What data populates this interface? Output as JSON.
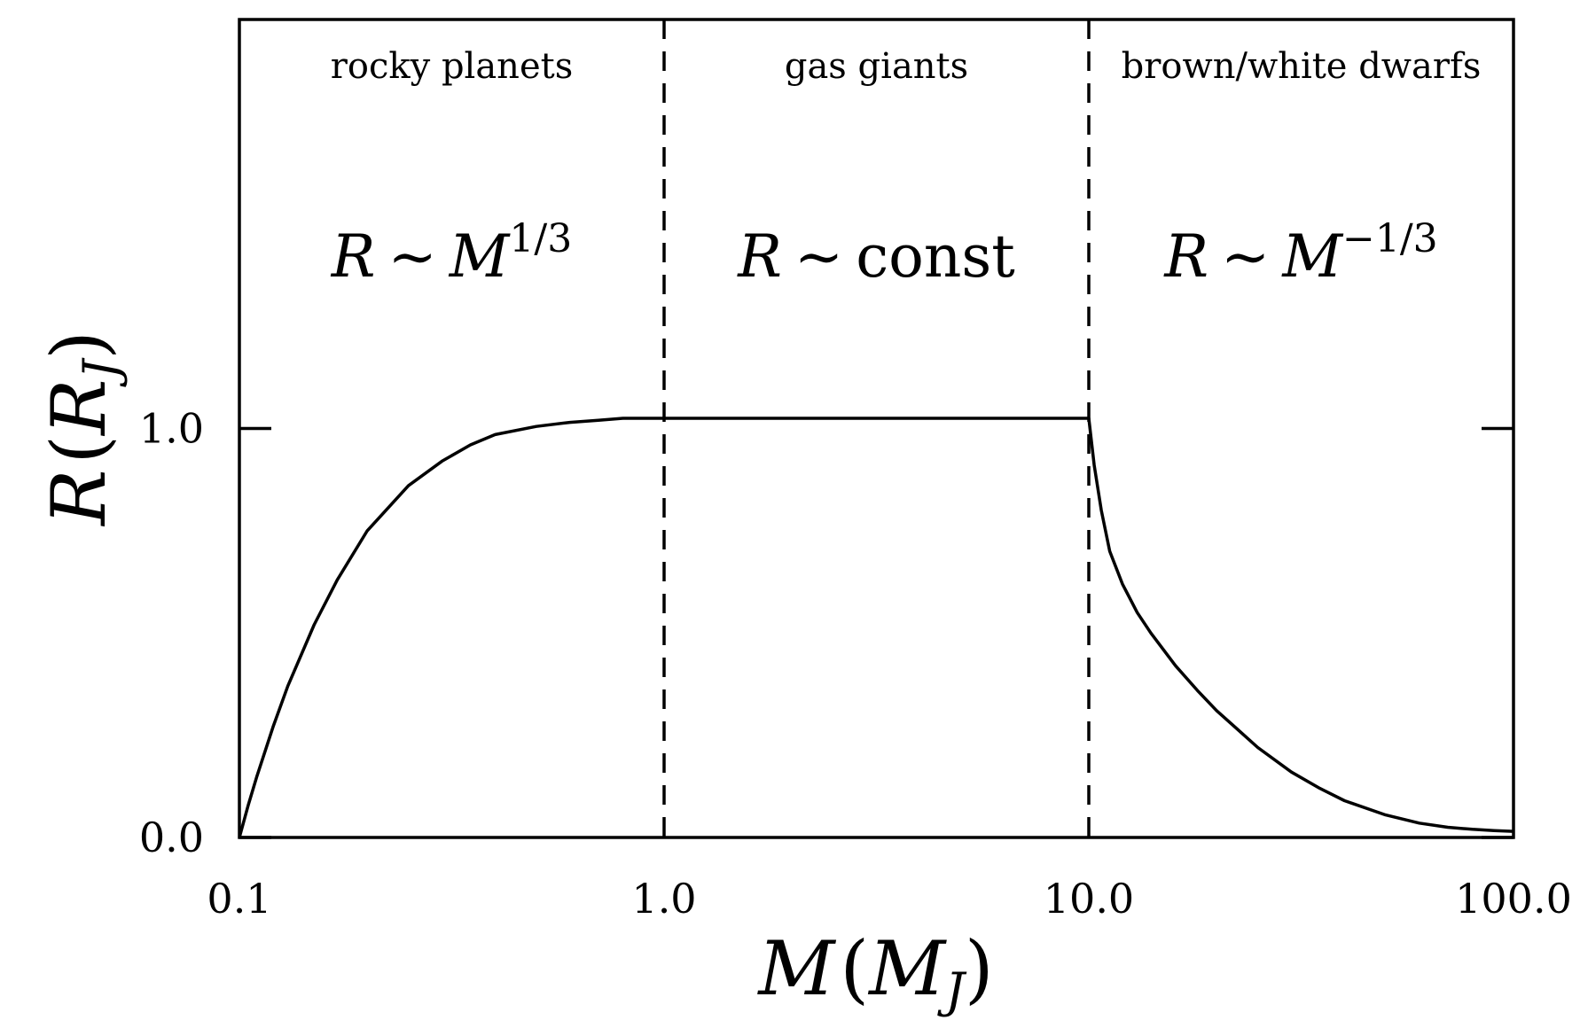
{
  "chart_data": {
    "type": "line",
    "title": "",
    "xlabel": {
      "var": "M",
      "unit_main": "M",
      "unit_sub": "J",
      "open": "(",
      "close": ")"
    },
    "ylabel": {
      "var": "R",
      "unit_main": "R",
      "unit_sub": "J",
      "open": "(",
      "close": ")"
    },
    "xscale": "log",
    "xlim": [
      0.1,
      100.0
    ],
    "ylim": [
      0.0,
      2.0
    ],
    "xticks": [
      {
        "value": 0.1,
        "label": "0.1"
      },
      {
        "value": 1.0,
        "label": "1.0"
      },
      {
        "value": 10.0,
        "label": "10.0"
      },
      {
        "value": 100.0,
        "label": "100.0"
      }
    ],
    "yticks": [
      {
        "value": 0.0,
        "label": "0.0"
      },
      {
        "value": 1.0,
        "label": "1.0"
      }
    ],
    "grid": false,
    "legend": "none",
    "line_color": "#000000",
    "boundaries": [
      1.0,
      10.0
    ],
    "regions": [
      {
        "label": "rocky planets",
        "law": {
          "lhs": "R",
          "sim": "∼",
          "base": "M",
          "exp": "1/3",
          "text": ""
        }
      },
      {
        "label": "gas giants",
        "law": {
          "lhs": "R",
          "sim": "∼",
          "base": "",
          "exp": "",
          "text": "const"
        }
      },
      {
        "label": "brown/white dwarfs",
        "law": {
          "lhs": "R",
          "sim": "∼",
          "base": "M",
          "exp": "−1/3",
          "text": ""
        }
      }
    ],
    "series": [
      {
        "x": [
          0.1,
          0.105,
          0.11,
          0.12,
          0.13,
          0.15,
          0.17,
          0.2,
          0.25,
          0.3,
          0.35,
          0.4,
          0.5,
          0.6,
          0.7,
          0.8,
          0.9,
          1.0,
          2.0,
          5.0,
          10.0,
          10.0,
          10.3,
          10.7,
          11.2,
          12,
          13,
          14,
          16,
          18,
          20,
          25,
          30,
          35,
          40,
          50,
          60,
          70,
          80,
          90,
          100
        ],
        "y": [
          0.0,
          0.08,
          0.15,
          0.27,
          0.37,
          0.52,
          0.63,
          0.75,
          0.86,
          0.92,
          0.96,
          0.985,
          1.005,
          1.015,
          1.02,
          1.025,
          1.025,
          1.025,
          1.025,
          1.025,
          1.025,
          1.025,
          0.91,
          0.8,
          0.7,
          0.62,
          0.55,
          0.5,
          0.42,
          0.36,
          0.31,
          0.22,
          0.16,
          0.12,
          0.09,
          0.055,
          0.035,
          0.025,
          0.02,
          0.017,
          0.015
        ]
      }
    ]
  }
}
